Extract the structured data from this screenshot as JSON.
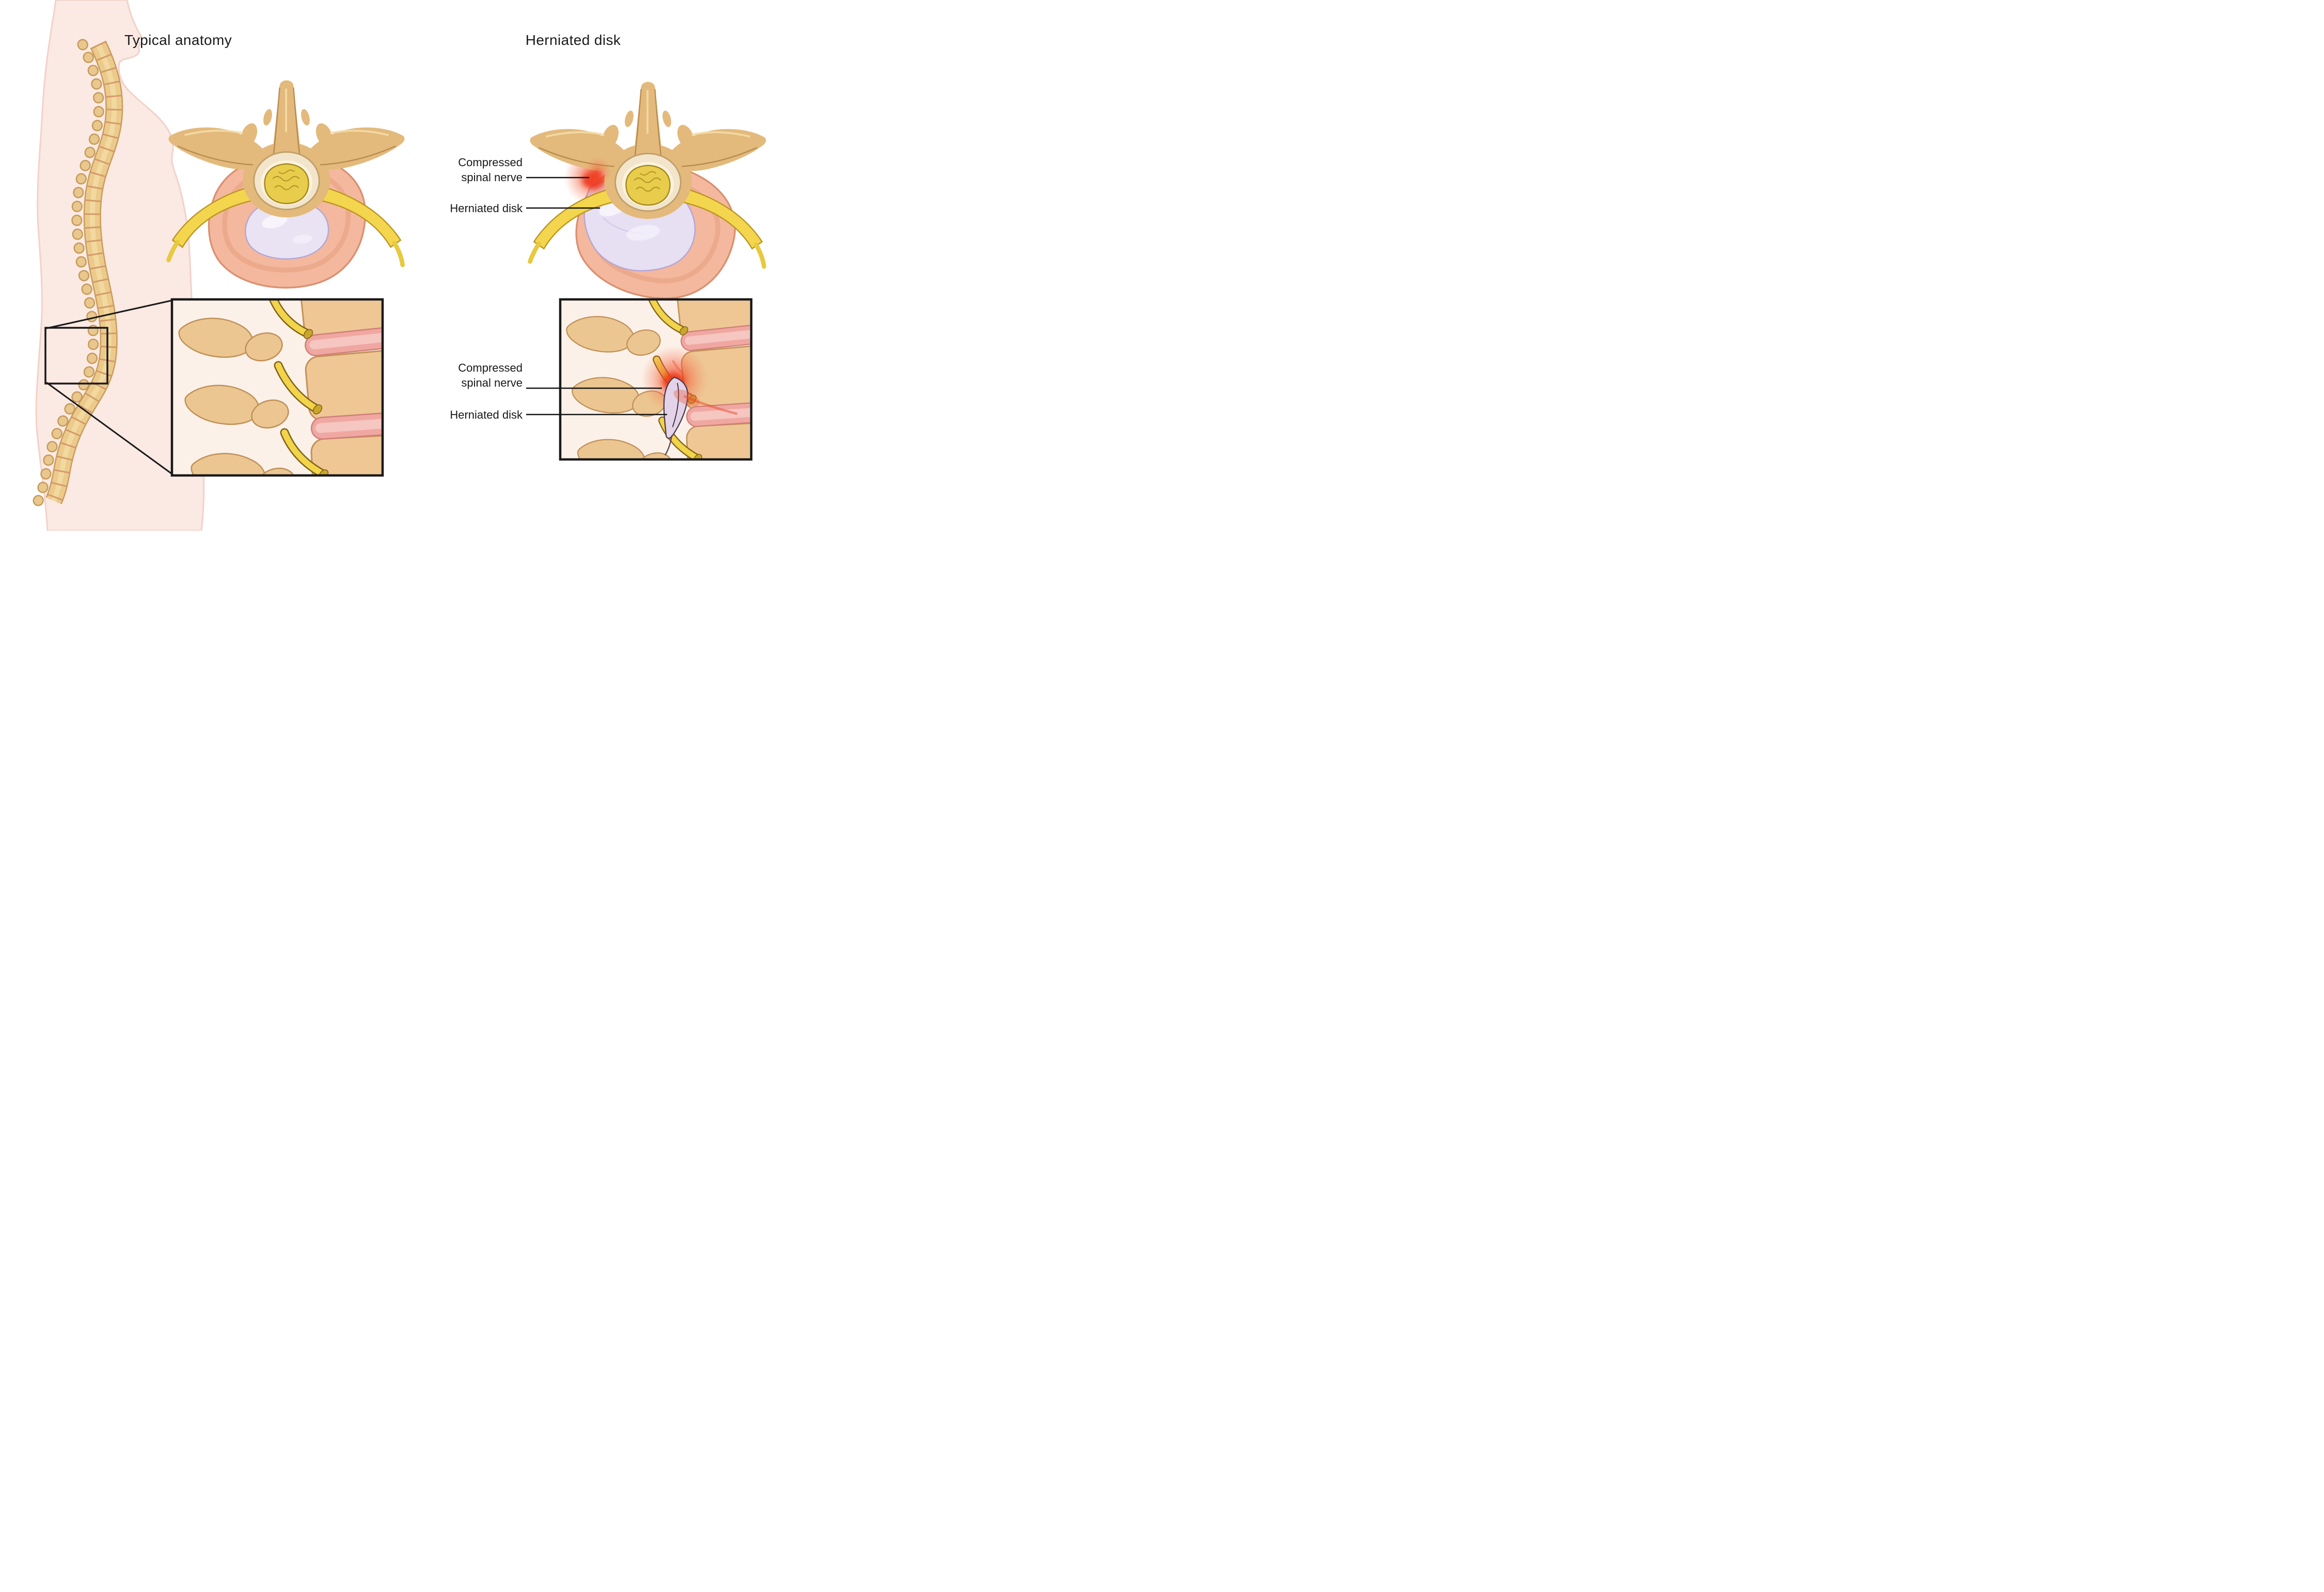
{
  "header": {
    "left_title": "Typical anatomy",
    "right_title": "Herniated disk"
  },
  "annotations": {
    "axial_compressed_nerve": "Compressed\nspinal nerve",
    "axial_herniated_disk": "Herniated disk",
    "lateral_compressed_nerve": "Compressed\nspinal nerve",
    "lateral_herniated_disk": "Herniated disk"
  },
  "colors": {
    "background": "#ffffff",
    "skin": "#fbe9e3",
    "skin_outline": "#f2d2c8",
    "bone_tan": "#e3ba7c",
    "bone_outline": "#a97c42",
    "spine_band": "#ecca8b",
    "nerve_yellow": "#f3d64d",
    "nerve_outline": "#bb9522",
    "disk_pink": "#f4b89e",
    "disk_outline": "#db9071",
    "nucleus_lavender": "#e9e3f4",
    "inset_background": "#fcf1e9",
    "inflammation_red": "#ee3512",
    "line_black": "#151515",
    "text_black": "#181818"
  }
}
